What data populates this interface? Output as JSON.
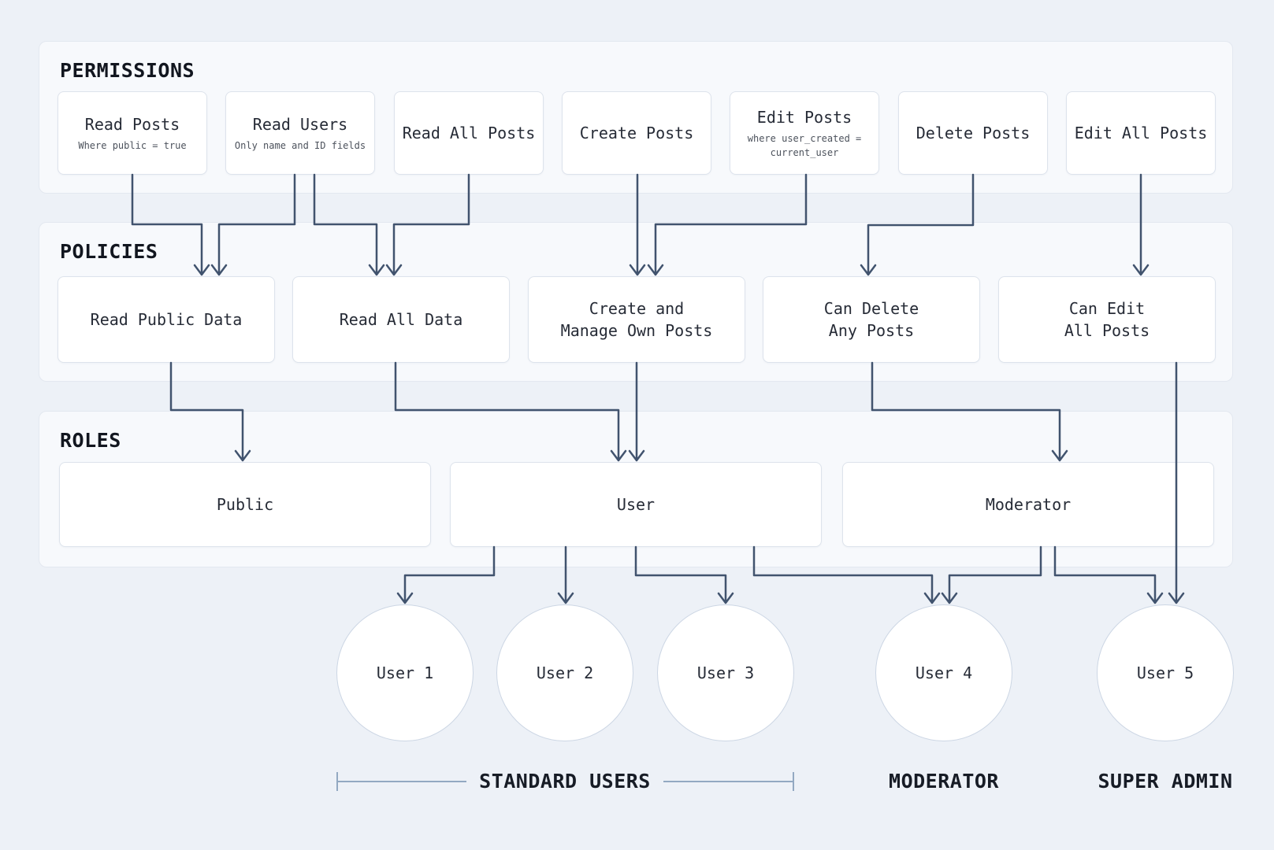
{
  "sections": {
    "permissions": {
      "title": "PERMISSIONS",
      "boxes": [
        {
          "label": "Read Posts",
          "sublabel": "Where public = true"
        },
        {
          "label": "Read Users",
          "sublabel": "Only name and ID fields"
        },
        {
          "label": "Read All Posts",
          "sublabel": ""
        },
        {
          "label": "Create Posts",
          "sublabel": ""
        },
        {
          "label": "Edit Posts",
          "sublabel": "where user_created =\ncurrent_user"
        },
        {
          "label": "Delete Posts",
          "sublabel": ""
        },
        {
          "label": "Edit All Posts",
          "sublabel": ""
        }
      ]
    },
    "policies": {
      "title": "POLICIES",
      "boxes": [
        {
          "label": "Read Public Data"
        },
        {
          "label": "Read All Data"
        },
        {
          "label": "Create and\nManage Own Posts"
        },
        {
          "label": "Can Delete\nAny Posts"
        },
        {
          "label": "Can Edit\nAll Posts"
        }
      ]
    },
    "roles": {
      "title": "ROLES",
      "boxes": [
        {
          "label": "Public"
        },
        {
          "label": "User"
        },
        {
          "label": "Moderator"
        }
      ]
    }
  },
  "users": [
    {
      "label": "User 1"
    },
    {
      "label": "User 2"
    },
    {
      "label": "User 3"
    },
    {
      "label": "User 4"
    },
    {
      "label": "User 5"
    }
  ],
  "groups": {
    "standard": "STANDARD USERS",
    "moderator": "MODERATOR",
    "super_admin": "SUPER ADMIN"
  },
  "edges": [
    {
      "from": "read-posts",
      "to": "read-public-data"
    },
    {
      "from": "read-users",
      "to": "read-public-data"
    },
    {
      "from": "read-users",
      "to": "read-all-data"
    },
    {
      "from": "read-all-posts",
      "to": "read-all-data"
    },
    {
      "from": "create-posts",
      "to": "create-and-manage-own-posts"
    },
    {
      "from": "edit-posts",
      "to": "create-and-manage-own-posts"
    },
    {
      "from": "delete-posts",
      "to": "can-delete-any-posts"
    },
    {
      "from": "edit-all-posts",
      "to": "can-edit-all-posts"
    },
    {
      "from": "read-public-data",
      "to": "public"
    },
    {
      "from": "read-all-data",
      "to": "user"
    },
    {
      "from": "create-and-manage-own-posts",
      "to": "user"
    },
    {
      "from": "can-delete-any-posts",
      "to": "moderator"
    },
    {
      "from": "can-edit-all-posts",
      "to": "user-5"
    },
    {
      "from": "user",
      "to": "user-1"
    },
    {
      "from": "user",
      "to": "user-2"
    },
    {
      "from": "user",
      "to": "user-3"
    },
    {
      "from": "user",
      "to": "user-4"
    },
    {
      "from": "moderator",
      "to": "user-4"
    },
    {
      "from": "moderator",
      "to": "user-5"
    }
  ],
  "colors": {
    "canvas_bg": "#edf1f7",
    "panel_bg": "#f7f9fc",
    "panel_border": "#e3e8f0",
    "box_border": "#dde3ec",
    "arrow": "#41536e",
    "circle_border": "#ccd6e4",
    "bracket": "#93a9c2",
    "title_text": "#12161f",
    "label_text": "#262b36",
    "sublabel_text": "#4c525c"
  }
}
